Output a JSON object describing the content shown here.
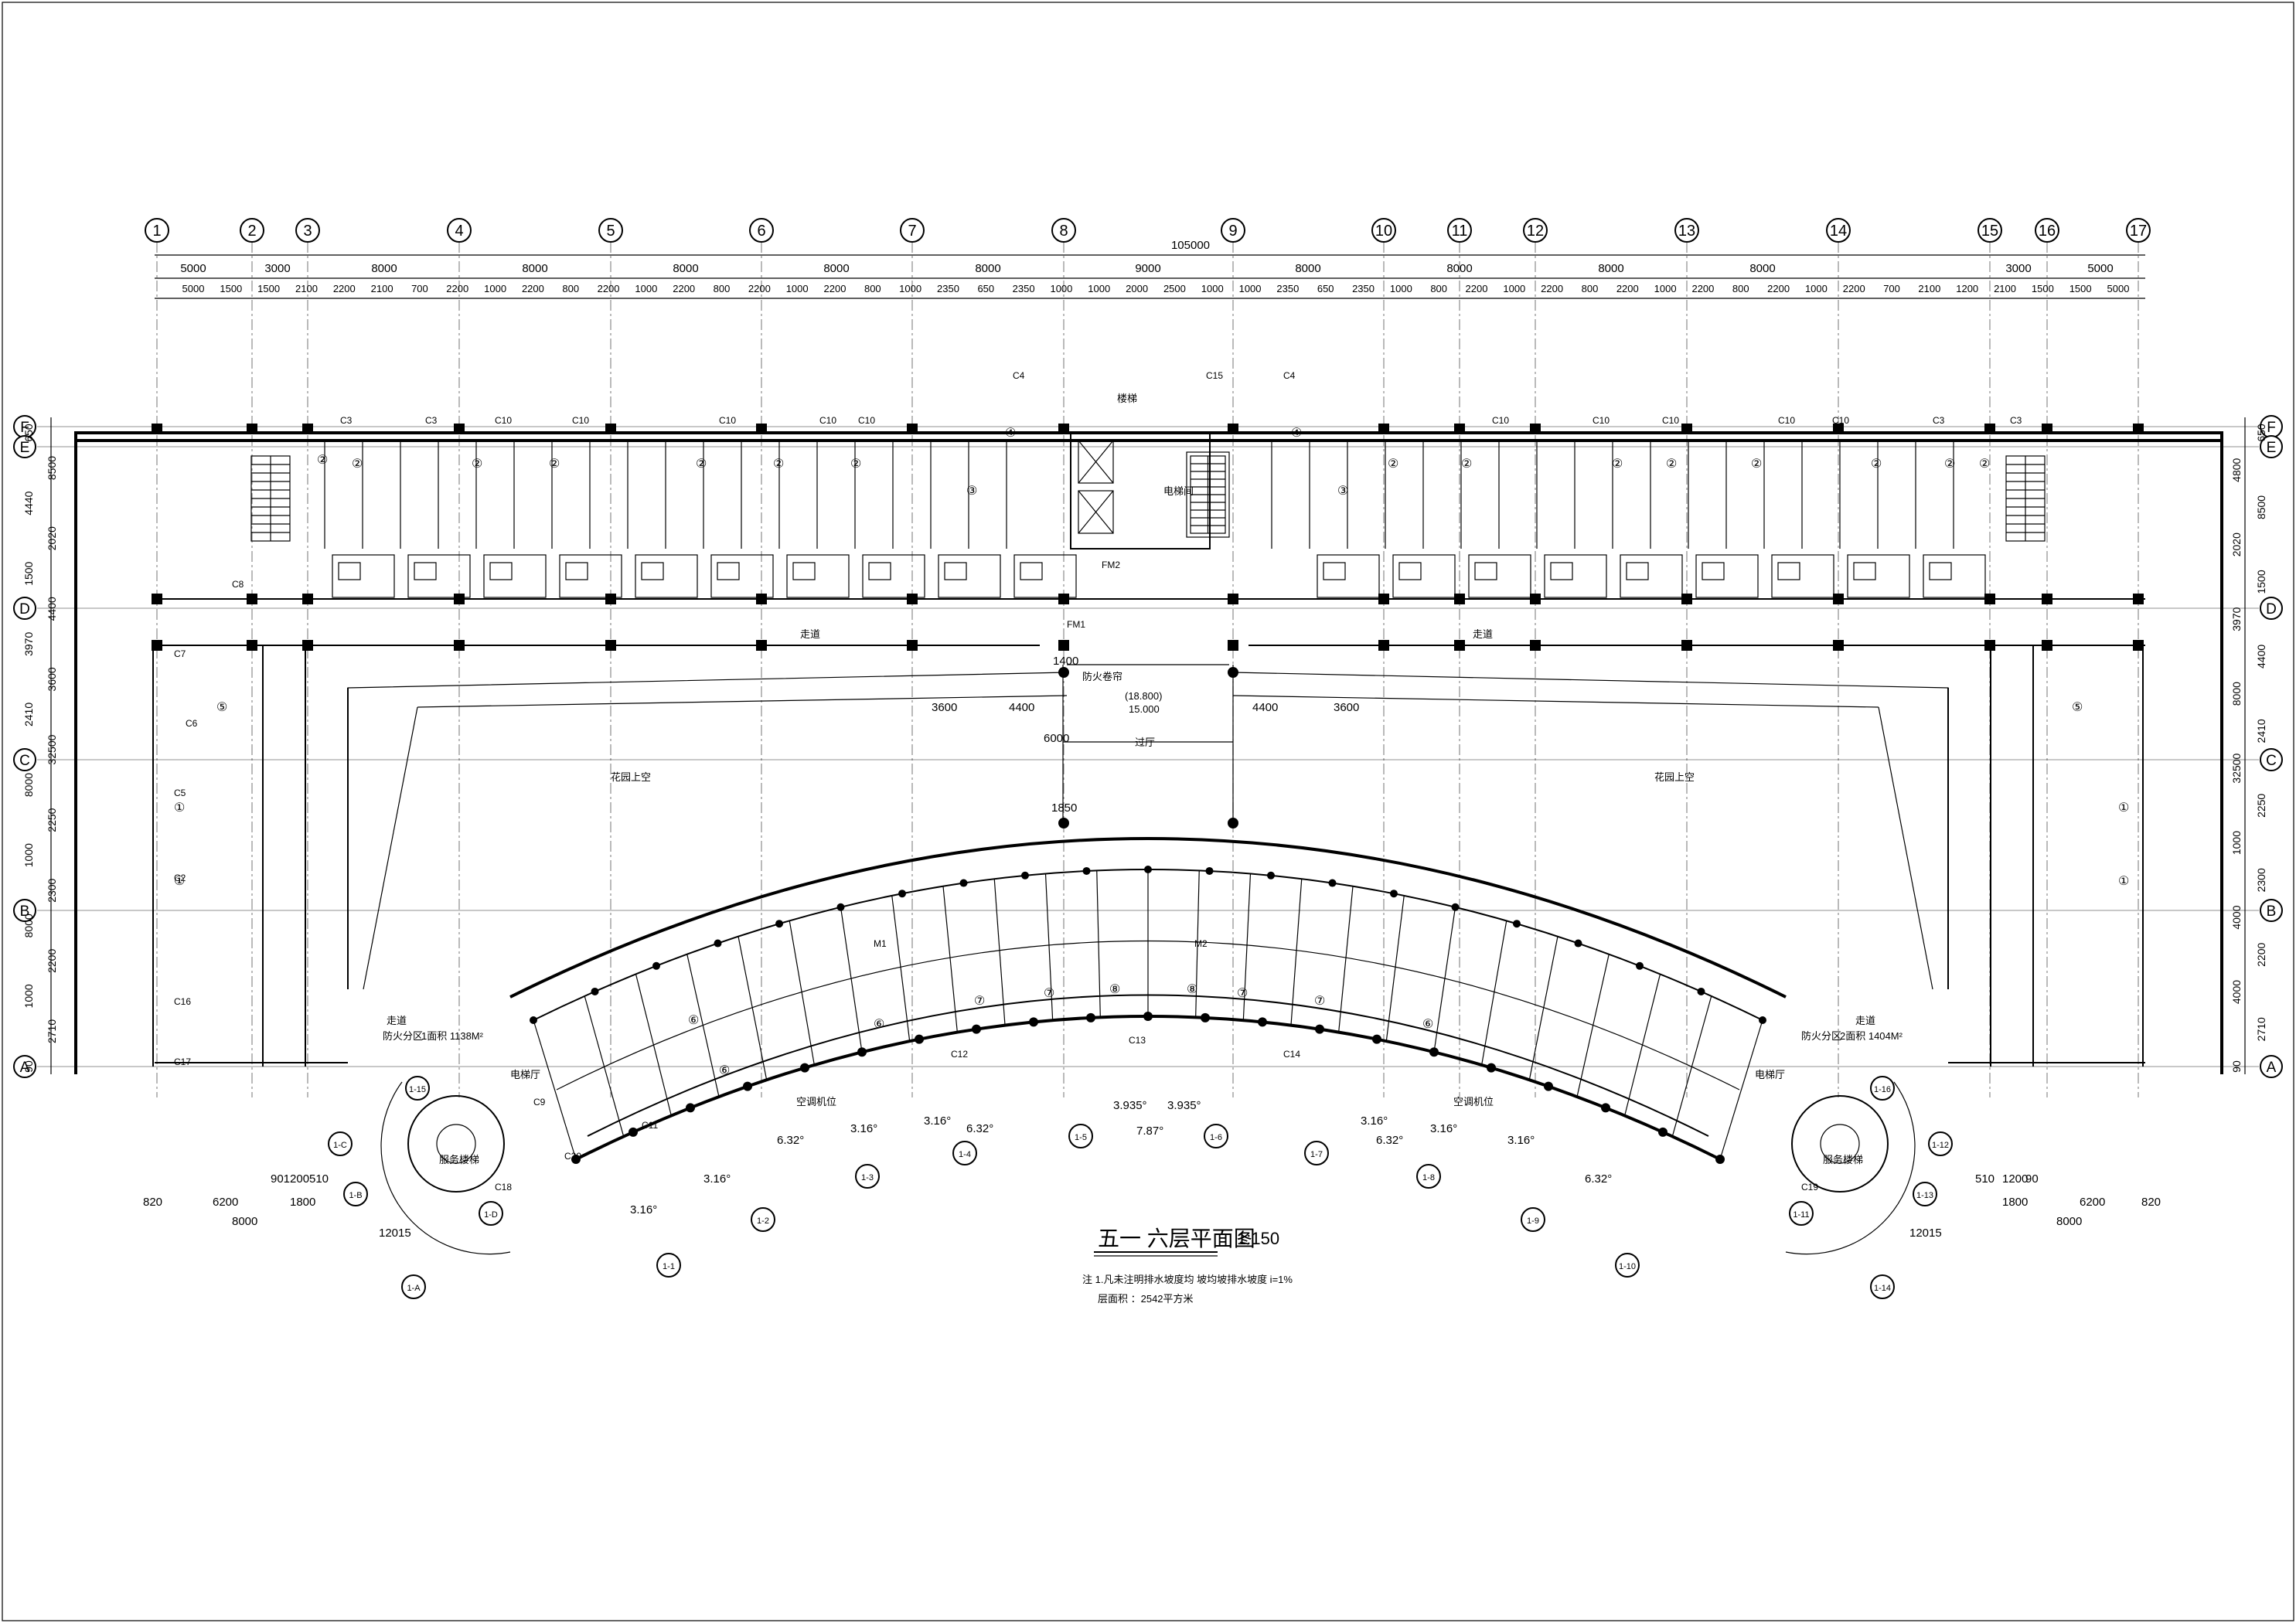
{
  "drawing": {
    "title": "五一 六层平面图",
    "scale": "1:150",
    "note1": "注 1.凡未注明排水坡度均 坡均坡排水坡度 i=1%",
    "note2": "层面积 ：2542平方米",
    "overall_width": "105000",
    "overall_depth": "32500"
  },
  "axes": {
    "columns": [
      "1",
      "2",
      "3",
      "4",
      "5",
      "6",
      "7",
      "8",
      "9",
      "10",
      "11",
      "12",
      "13",
      "14",
      "15",
      "16",
      "17"
    ],
    "rows": [
      "F",
      "E",
      "D",
      "C",
      "B",
      "A"
    ],
    "arc_axes": [
      "1-A",
      "1-B",
      "1-C",
      "1-D",
      "1-1",
      "1-2",
      "1-3",
      "1-4",
      "1-5",
      "1-6",
      "1-7",
      "1-8",
      "1-9",
      "1-10",
      "1-11",
      "1-12",
      "1-13",
      "1-14",
      "1-15",
      "1-16"
    ]
  },
  "dimensions": {
    "top_row1": [
      "5000",
      "3000",
      "8000",
      "8000",
      "8000",
      "8000",
      "8000",
      "9000",
      "8000",
      "8000",
      "8000",
      "8000",
      "3000",
      "5000"
    ],
    "top_row2": [
      "5000",
      "1500",
      "1500",
      "2100",
      "2200",
      "2100",
      "700",
      "2200",
      "1000",
      "2200",
      "800",
      "2200",
      "1000",
      "2200",
      "800",
      "2200",
      "1000",
      "2200",
      "800",
      "1000",
      "2350",
      "650",
      "2350",
      "1000",
      "1000",
      "2000",
      "2500",
      "1000",
      "1000",
      "2350",
      "650",
      "2350",
      "1000",
      "800",
      "2200",
      "1000",
      "2200",
      "800",
      "2200",
      "1000",
      "2200",
      "800",
      "2200",
      "1000",
      "2200",
      "700",
      "2100",
      "1200",
      "2100",
      "1500",
      "1500",
      "5000"
    ],
    "left_side": [
      "650",
      "8500",
      "4440",
      "2020",
      "1500",
      "4400",
      "3970",
      "3600",
      "2410",
      "32500",
      "8000",
      "2250",
      "1000",
      "2300",
      "8000",
      "2200",
      "1000",
      "2710",
      "90"
    ],
    "right_side": [
      "650",
      "4800",
      "8500",
      "2020",
      "1500",
      "3970",
      "4400",
      "8000",
      "2410",
      "32500",
      "2250",
      "1000",
      "2300",
      "4000",
      "2200",
      "4000",
      "2710",
      "90"
    ],
    "bottom_left": [
      "820",
      "6200",
      "8000",
      "12015",
      "1800",
      "901200",
      "510"
    ],
    "bottom_right": [
      "510",
      "1200",
      "90",
      "6200",
      "1800",
      "8000",
      "820",
      "12015"
    ],
    "arc": [
      "3.16°",
      "3.16°",
      "6.32°",
      "3.16°",
      "3.16°",
      "6.32°",
      "3.935°",
      "3.935°",
      "7.87°",
      "3.16°",
      "6.32°",
      "3.16°",
      "3.16°",
      "6.32°"
    ],
    "center": [
      "3600",
      "4400",
      "4400",
      "3600",
      "6000",
      "1850",
      "1400"
    ]
  },
  "labels": {
    "elev1": "(18.800)",
    "elev2": "15.000",
    "hall": "过厅",
    "corridor": "走道",
    "garden_left": "花园上空",
    "garden_right": "花园上空",
    "fire_left": "防火分区",
    "fire_left_area": "1面积 1138M²",
    "fire_right": "防火分区",
    "fire_right_area": "2面积 1404M²",
    "service_left": "服务楼梯",
    "service_right": "服务楼梯",
    "elevator_room": "电梯间",
    "stairs": "楼梯",
    "fire_door": "防火卷帘",
    "ac_left": "空调机位",
    "ac_right": "空调机位",
    "elec_left": "电梯厅",
    "elec_right": "电梯厅"
  },
  "windows": [
    "C3",
    "C3",
    "C10",
    "C10",
    "C10",
    "C10",
    "C10",
    "C4",
    "C15",
    "C4",
    "C10",
    "C10",
    "C10",
    "C10",
    "C10",
    "C3",
    "C3",
    "C8",
    "C7",
    "C6",
    "C5",
    "C2",
    "C16",
    "C17",
    "C9",
    "C11",
    "C12",
    "C13",
    "C14",
    "C18",
    "C19",
    "C20",
    "M1",
    "M2",
    "FM1",
    "FM2"
  ],
  "room_numbers": [
    "②",
    "②",
    "②",
    "②",
    "②",
    "②",
    "②",
    "②",
    "②",
    "②",
    "②",
    "②",
    "②",
    "②",
    "②",
    "④",
    "④",
    "③",
    "③",
    "①",
    "①",
    "①",
    "①",
    "⑤",
    "⑤",
    "⑥",
    "⑥",
    "⑥",
    "⑥",
    "⑦",
    "⑦",
    "⑦",
    "⑦",
    "⑧",
    "⑧"
  ]
}
